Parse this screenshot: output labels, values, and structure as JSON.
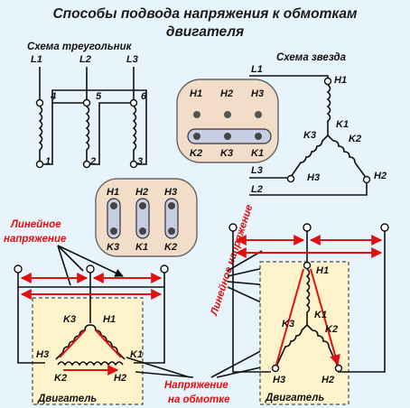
{
  "title_line1": "Способы подвода напряжения к обмоткам",
  "title_line2": "двигателя",
  "triangle_scheme": {
    "title": "Схема треугольник",
    "lines": [
      "L1",
      "L2",
      "L3"
    ],
    "top_terminals": [
      "4",
      "5",
      "6"
    ],
    "bottom_terminals": [
      "1",
      "2",
      "3"
    ]
  },
  "star_scheme": {
    "title": "Схема звезда",
    "lines": [
      "L1",
      "L3",
      "L2"
    ],
    "labels": [
      "H1",
      "K1",
      "K3",
      "K2",
      "H3",
      "H2"
    ]
  },
  "terminal_block_star": {
    "top": [
      "H1",
      "H2",
      "H3"
    ],
    "bottom": [
      "K2",
      "K3",
      "K1"
    ]
  },
  "terminal_block_triangle": {
    "top": [
      "H1",
      "H2",
      "H3"
    ],
    "bottom": [
      "K3",
      "K1",
      "K2"
    ]
  },
  "annotations": {
    "line_voltage_1": "Линейное",
    "line_voltage_2": "напряжение",
    "line_voltage_rot": "Линейное напряжение",
    "winding_voltage_1": "Напряжение",
    "winding_voltage_2": "на обмотке"
  },
  "bottom_left": {
    "labels": [
      "K3",
      "H1",
      "H3",
      "K1",
      "K2",
      "H2"
    ],
    "caption": "Двигатель"
  },
  "bottom_right": {
    "labels": [
      "H1",
      "K1",
      "K3",
      "K2",
      "H3",
      "H2"
    ],
    "caption": "Двигатель"
  },
  "colors": {
    "background": "#e8f4fb",
    "accent_red": "#e01010",
    "motor_box": "#fff3cc",
    "plate": "#f2ddc9"
  }
}
